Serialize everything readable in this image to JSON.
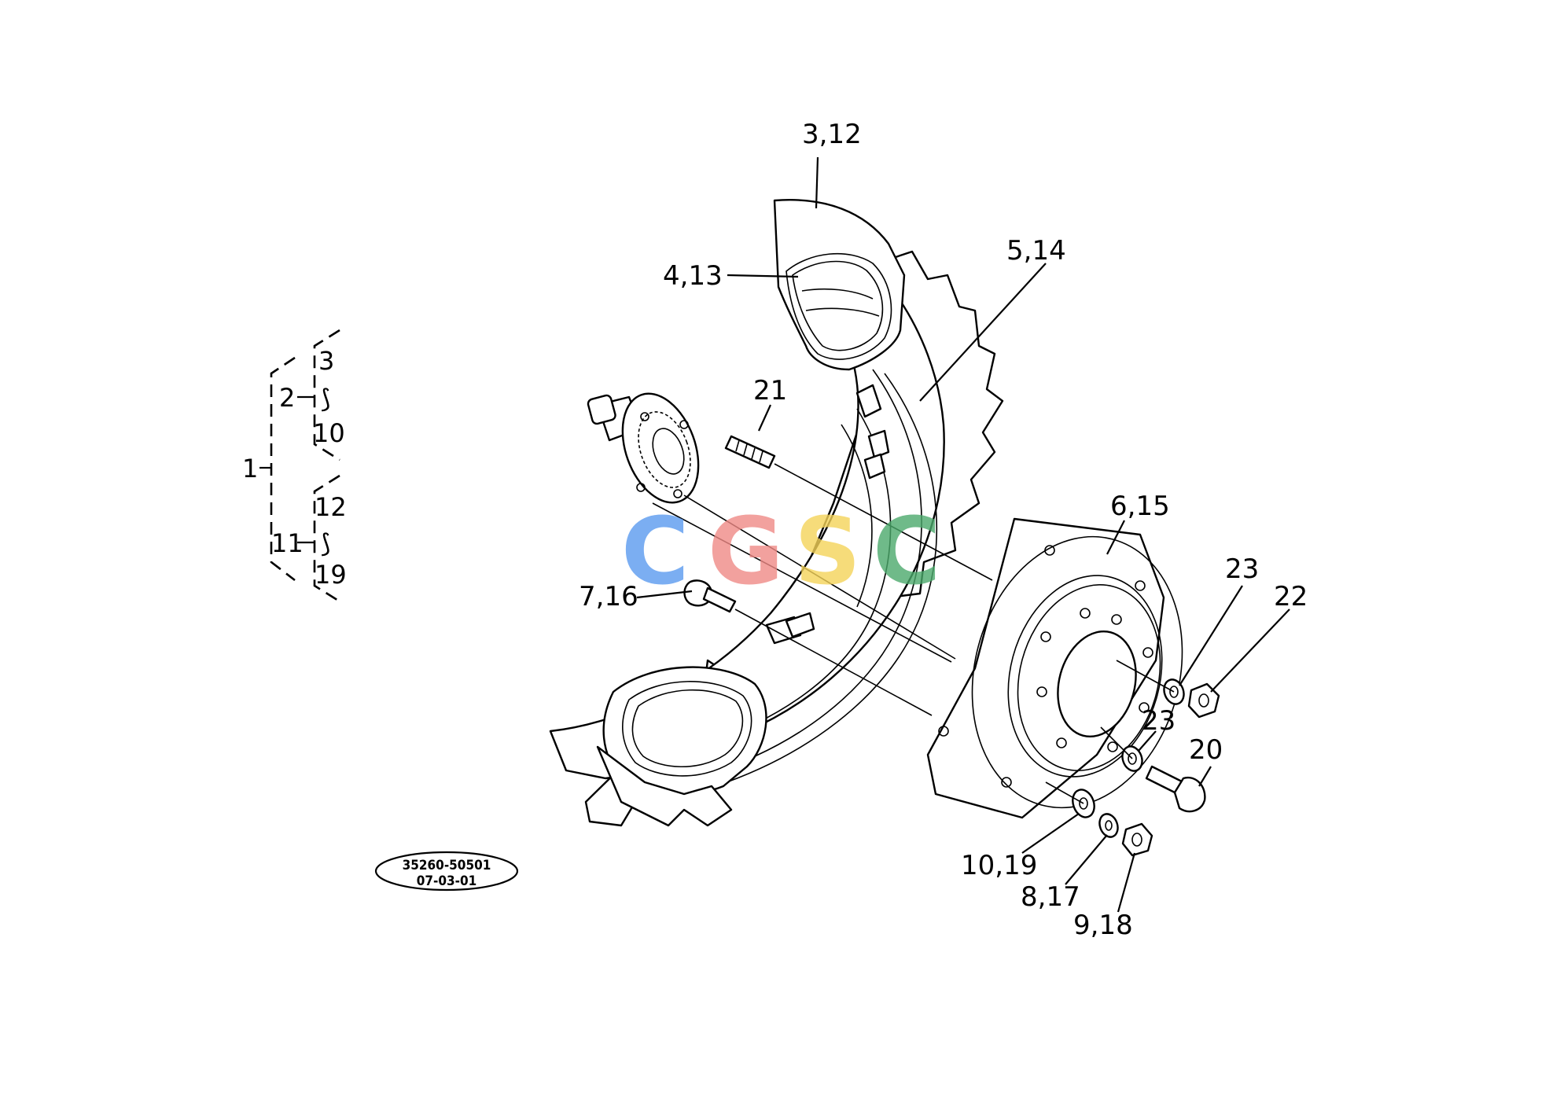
{
  "callouts": {
    "c_3_12": "3,12",
    "c_4_13": "4,13",
    "c_5_14": "5,14",
    "c_21": "21",
    "c_6_15": "6,15",
    "c_7_16": "7,16",
    "c_23a": "23",
    "c_22": "22",
    "c_23b": "23",
    "c_20": "20",
    "c_10_19": "10,19",
    "c_8_17": "8,17",
    "c_9_18": "9,18"
  },
  "assembly_bracket": {
    "root": "1",
    "group_a": {
      "label": "2",
      "range_from": "3",
      "range_sep": "⟆",
      "range_to": "10"
    },
    "group_b": {
      "label": "11",
      "range_from": "12",
      "range_sep": "⟆",
      "range_to": "19"
    }
  },
  "diagram_code": {
    "line1": "35260-50501",
    "line2": "07-03-01"
  },
  "watermark": {
    "letters": [
      "C",
      "G",
      "S",
      "C"
    ],
    "colors": [
      "#5b9bf0",
      "#f08a86",
      "#f5d45a",
      "#4caa6c"
    ]
  }
}
